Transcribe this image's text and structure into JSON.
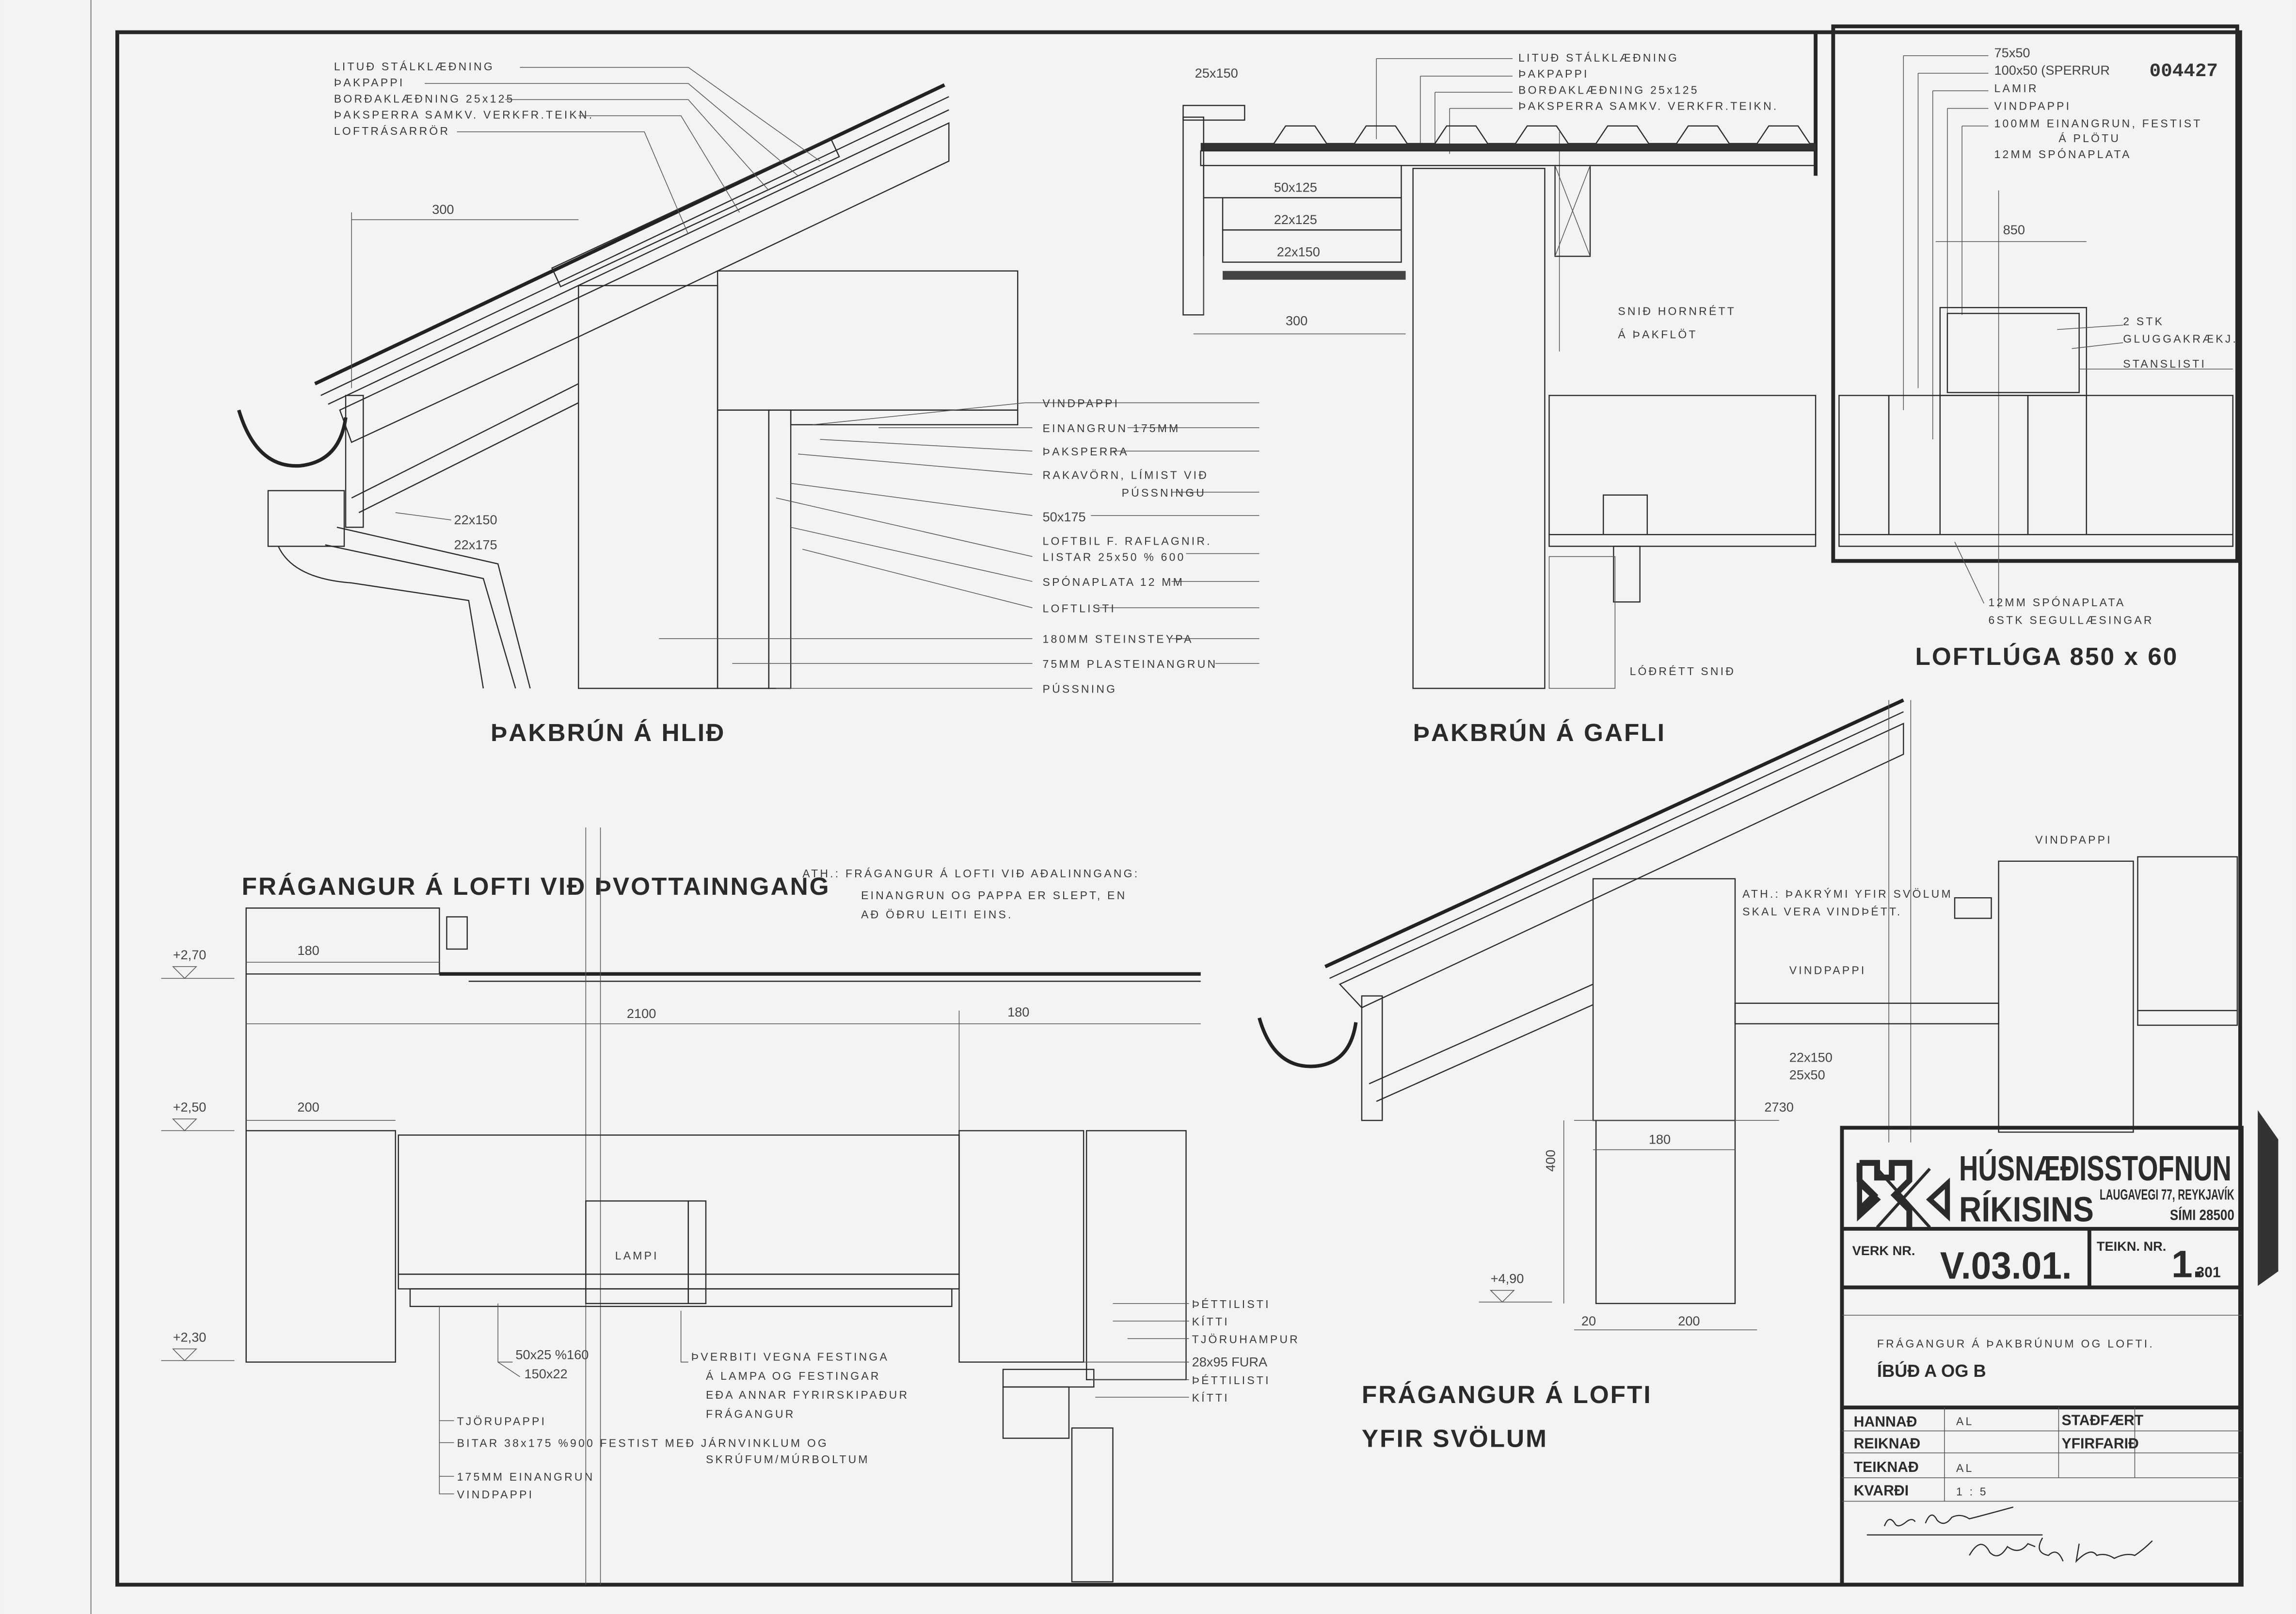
{
  "colors": {
    "paper": "#f3f3f1",
    "ink": "#2b2b2b"
  },
  "stamp": "004427",
  "section_hlid": {
    "title": "ÞAKBRÚN Á HLIÐ",
    "top_labels": [
      "LITUÐ STÁLKLÆÐNING",
      "ÞAKPAPPI",
      "BORÐAKLÆÐNING 25x125",
      "ÞAKSPERRA SAMKV. VERKFR.TEIKN.",
      "LOFTRÁSARRÖR"
    ],
    "dims": [
      "300",
      "22x150",
      "22x175"
    ],
    "right_labels": [
      "VINDPAPPI",
      "EINANGRUN 175MM",
      "ÞAKSPERRA",
      "RAKAVÖRN, LÍMIST VIÐ",
      "PÚSSNINGU",
      "50x175",
      "LOFTBIL F. RAFLAGNIR.",
      "LISTAR 25x50 % 600",
      "SPÓNAPLATA 12 MM",
      "LOFTLISTI",
      "180MM STEINSTEYPA",
      "75MM PLASTEINANGRUN",
      "PÚSSNING"
    ]
  },
  "section_gafli": {
    "title": "ÞAKBRÚN Á GAFLI",
    "top_labels": [
      "LITUÐ STÁLKLÆÐNING",
      "ÞAKPAPPI",
      "BORÐAKLÆÐNING 25x125",
      "ÞAKSPERRA SAMKV. VERKFR.TEIKN."
    ],
    "dims": [
      "25x150",
      "50x125",
      "22x125",
      "22x150",
      "300"
    ],
    "note": [
      "SNIÐ HORNRÉTT",
      "Á ÞAKFLÖT"
    ],
    "vertical_note": "LÓÐRÉTT SNIÐ"
  },
  "section_luga": {
    "title": "LOFTLÚGA  850 x 60",
    "top_labels": [
      "75x50",
      "100x50 (SPERRUR",
      "LAMIR",
      "VINDPAPPI",
      "100MM EINANGRUN, FESTIST",
      "Á PLÖTU",
      "12MM SPÓNAPLATA"
    ],
    "dim": "850",
    "right_labels": [
      "2 STK",
      "GLUGGAKRÆKJ.",
      "STANSLISTI"
    ],
    "bottom_labels": [
      "12MM SPÓNAPLATA",
      "6STK SEGULLÆSINGAR"
    ]
  },
  "section_thvotta": {
    "title": "FRÁGANGUR Á LOFTI VIÐ ÞVOTTAINNGANG",
    "note": [
      "ATH.: FRÁGANGUR Á LOFTI VIÐ AÐALINNGANG:",
      "EINANGRUN OG PAPPA ER SLEPT, EN",
      "AÐ ÖÐRU LEITI EINS."
    ],
    "levels": [
      "+2,70",
      "+2,50",
      "+2,30"
    ],
    "dims": [
      "180",
      "2100",
      "180",
      "200"
    ],
    "lamp": "LAMPI",
    "labels": [
      "50x25 %160",
      "150x22",
      "ÞVERBITI VEGNA FESTINGA",
      "Á LAMPA OG FESTINGAR",
      "EÐA ANNAR FYRIRSKIPAÐUR",
      "FRÁGANGUR",
      "TJÖRUPAPPI",
      "BITAR 38x175 %900  FESTIST MEÐ JÁRNVINKLUM OG",
      "SKRÚFUM/MÚRBOLTUM",
      "175MM EINANGRUN",
      "VINDPAPPI"
    ],
    "right_labels": [
      "ÞÉTTILISTI",
      "KÍTTI",
      "TJÖRUHAMPUR",
      "28x95 FURA",
      "ÞÉTTILISTI",
      "KÍTTI"
    ]
  },
  "section_svolum": {
    "title": [
      "FRÁGANGUR Á LOFTI",
      "YFIR SVÖLUM"
    ],
    "vindpappi_top": "VINDPAPPI",
    "note": [
      "ATH.: ÞAKRÝMI YFIR SVÖLUM",
      "SKAL VERA VINDÞÉTT."
    ],
    "vindpappi_mid": "VINDPAPPI",
    "dims": [
      "22x150",
      "25x50",
      "2730",
      "180",
      "400",
      "20",
      "200"
    ],
    "level": "+4,90"
  },
  "title_block": {
    "org": [
      "HÚSNÆÐISSTOFNUN",
      "RÍKISINS"
    ],
    "address": "LAUGAVEGI 77, REYKJAVÍK",
    "phone": "SÍMI  28500",
    "verk_label": "VERK NR.",
    "verk_value": "V.03.01.",
    "teikn_label": "TEIKN. NR.",
    "teikn_value": "1.",
    "teikn_sub": "301",
    "description": [
      "FRÁGANGUR Á ÞAKBRÚNUM OG LOFTI.",
      "ÍBÚÐ    A  OG  B"
    ],
    "rows": [
      {
        "label": "HANNAÐ",
        "value": "AL"
      },
      {
        "label": "REIKNAÐ",
        "value": ""
      },
      {
        "label": "TEIKNAÐ",
        "value": "AL"
      },
      {
        "label": "KVARÐI",
        "value": "1  :  5"
      }
    ],
    "right_rows": [
      "STAÐFÆRT",
      "YFIRFARIÐ"
    ]
  }
}
